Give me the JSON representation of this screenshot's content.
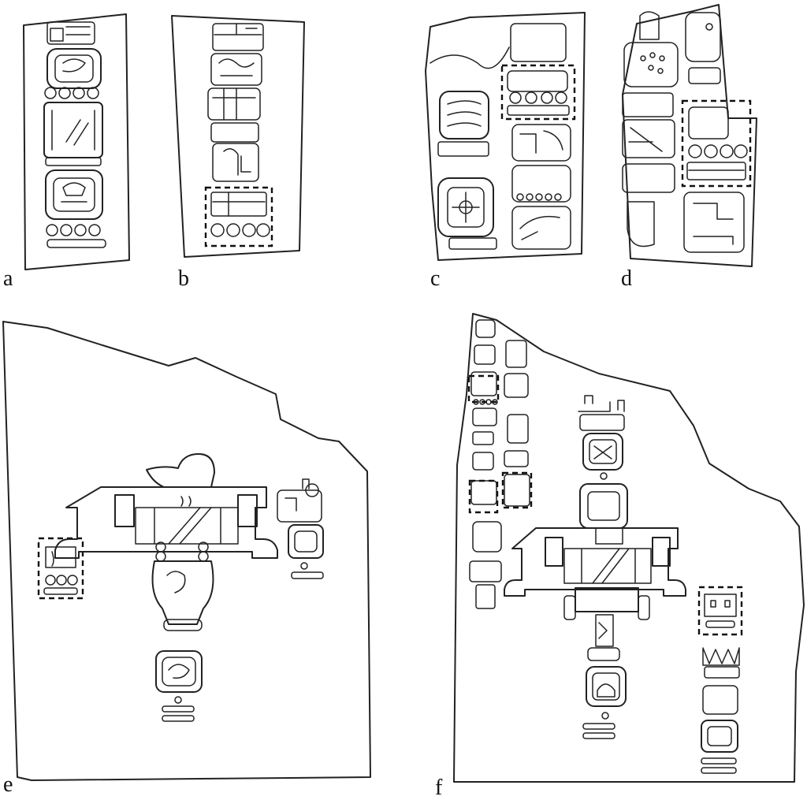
{
  "panels": [
    {
      "id": "a",
      "label": "a"
    },
    {
      "id": "b",
      "label": "b"
    },
    {
      "id": "c",
      "label": "c"
    },
    {
      "id": "d",
      "label": "d"
    },
    {
      "id": "e",
      "label": "e"
    },
    {
      "id": "f",
      "label": "f"
    }
  ],
  "colors": {
    "ink": "#222222",
    "background": "#ffffff"
  }
}
